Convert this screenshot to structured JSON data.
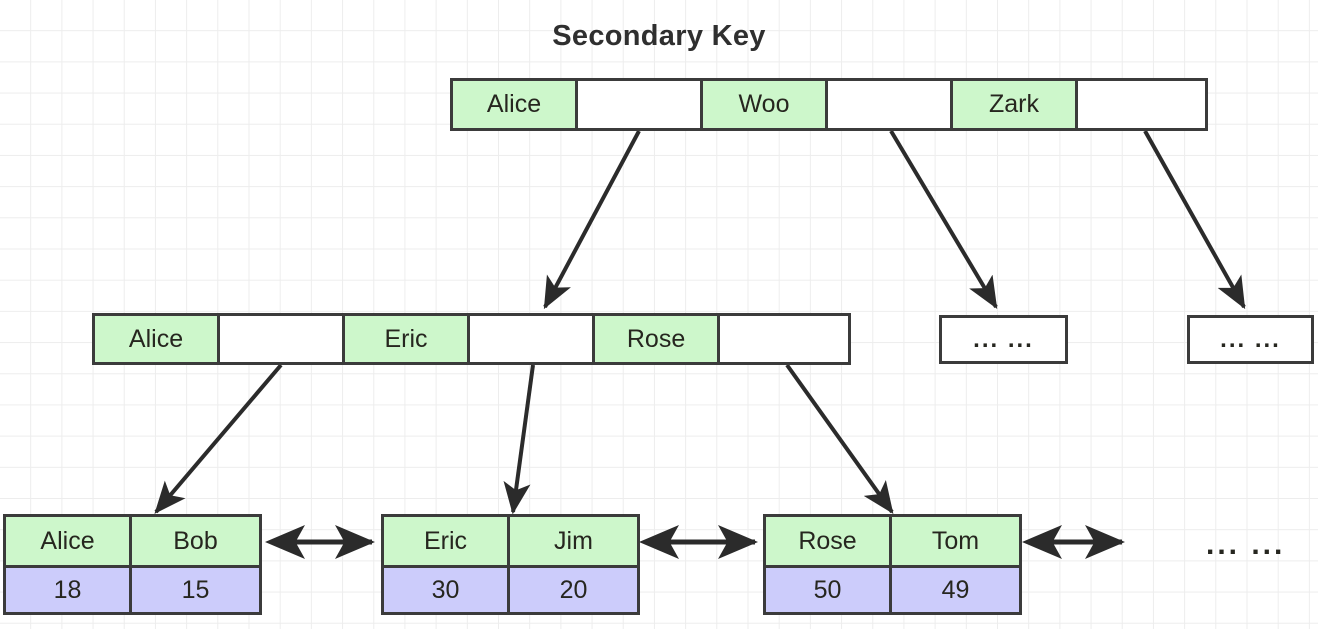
{
  "title": "Secondary Key",
  "colors": {
    "key_green": "#cdf7cb",
    "value_purple": "#ccccfb",
    "border": "#3b3b3b",
    "grid": "#ededed",
    "text": "#26261f",
    "title_text": "#2f2f2f"
  },
  "root": {
    "label": "root-node",
    "cells": [
      {
        "text": "Alice",
        "type": "key"
      },
      {
        "text": "",
        "type": "pointer"
      },
      {
        "text": "Woo",
        "type": "key"
      },
      {
        "text": "",
        "type": "pointer"
      },
      {
        "text": "Zark",
        "type": "key"
      },
      {
        "text": "",
        "type": "pointer"
      }
    ]
  },
  "internal": {
    "label": "internal-level",
    "nodes": [
      {
        "label": "internal-node-1",
        "cells": [
          {
            "text": "Alice",
            "type": "key"
          },
          {
            "text": "",
            "type": "pointer"
          },
          {
            "text": "Eric",
            "type": "key"
          },
          {
            "text": "",
            "type": "pointer"
          },
          {
            "text": "Rose",
            "type": "key"
          },
          {
            "text": "",
            "type": "pointer"
          }
        ]
      },
      {
        "label": "internal-node-2",
        "placeholder": "...  ..."
      },
      {
        "label": "internal-node-3",
        "placeholder": "...  ..."
      }
    ]
  },
  "leaves": [
    {
      "label": "leaf-node-1",
      "names": [
        "Alice",
        "Bob"
      ],
      "values": [
        "18",
        "15"
      ]
    },
    {
      "label": "leaf-node-2",
      "names": [
        "Eric",
        "Jim"
      ],
      "values": [
        "30",
        "20"
      ]
    },
    {
      "label": "leaf-node-3",
      "names": [
        "Rose",
        "Tom"
      ],
      "values": [
        "50",
        "49"
      ]
    }
  ],
  "leaf_tail": "...  ...",
  "edges": {
    "parent_links": [
      {
        "from": "root-cell-2",
        "to": "internal-node-1"
      },
      {
        "from": "root-cell-4",
        "to": "internal-node-2"
      },
      {
        "from": "root-cell-6",
        "to": "internal-node-3"
      },
      {
        "from": "internal-cell-2",
        "to": "leaf-node-1"
      },
      {
        "from": "internal-cell-4",
        "to": "leaf-node-2"
      },
      {
        "from": "internal-cell-6",
        "to": "leaf-node-3"
      }
    ],
    "sibling_links": [
      {
        "between": [
          "leaf-node-1",
          "leaf-node-2"
        ]
      },
      {
        "between": [
          "leaf-node-2",
          "leaf-node-3"
        ]
      },
      {
        "between": [
          "leaf-node-3",
          "leaf-tail"
        ]
      }
    ]
  }
}
